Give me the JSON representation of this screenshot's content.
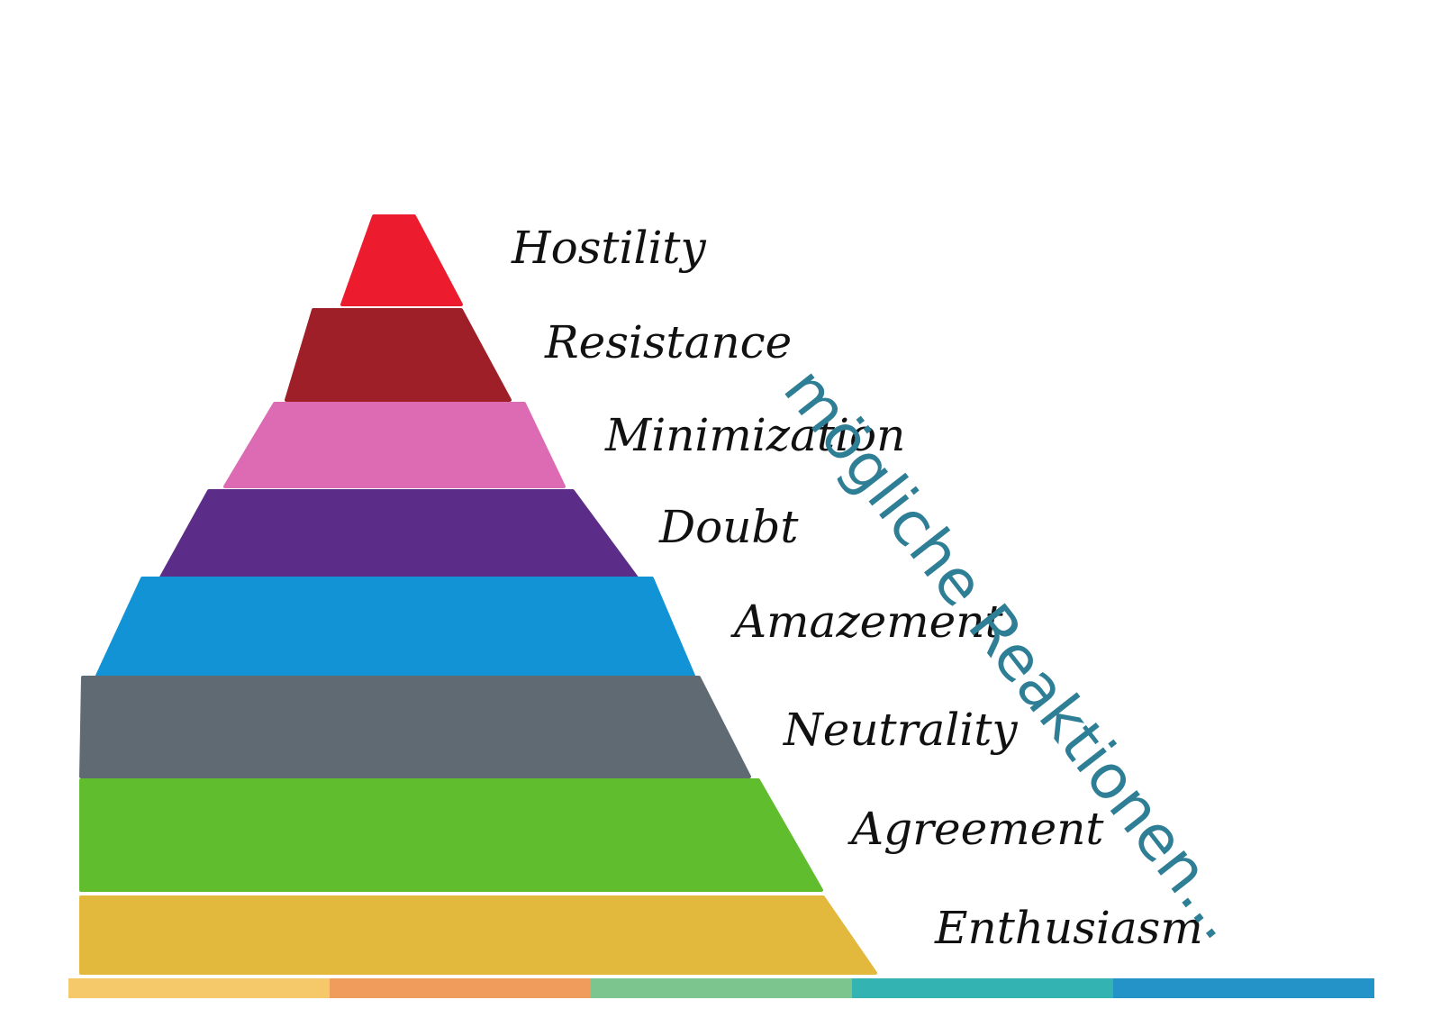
{
  "title": "mögliche Reaktionen...",
  "levels": [
    {
      "label": "Hostility",
      "color": "#ec1c2e"
    },
    {
      "label": "Resistance",
      "color": "#9e1f28"
    },
    {
      "label": "Minimization",
      "color": "#dd6bb4"
    },
    {
      "label": "Doubt",
      "color": "#5b2d88"
    },
    {
      "label": "Amazement",
      "color": "#1293d6"
    },
    {
      "label": "Neutrality",
      "color": "#5f6a73"
    },
    {
      "label": "Agreement",
      "color": "#5fbd2e"
    },
    {
      "label": "Enthusiasm",
      "color": "#e2b83d"
    }
  ],
  "bottom_bar_colors": [
    "#f5c96a",
    "#ef9c5c",
    "#7cc58e",
    "#33b4b2",
    "#2393c8"
  ]
}
